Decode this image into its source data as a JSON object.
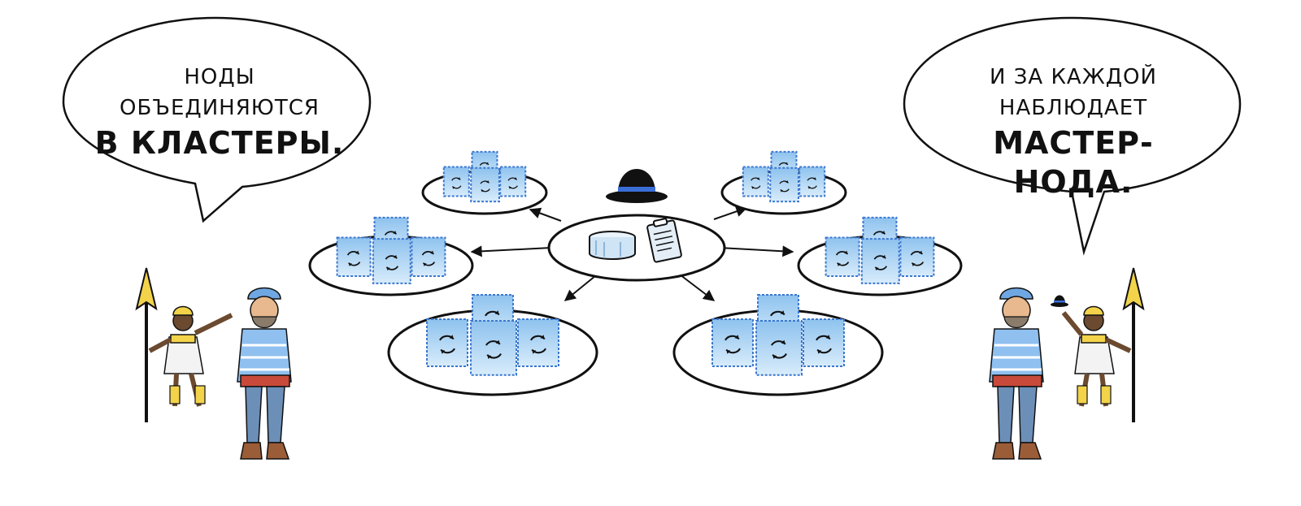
{
  "speech_left": {
    "line1": "НОДЫ",
    "line2": "ОБЪЕДИНЯЮТСЯ",
    "line3": "В КЛАСТЕРЫ."
  },
  "speech_right": {
    "line1": "И ЗА КАЖДОЙ",
    "line2": "НАБЛЮДАЕТ",
    "line3": "МАСТЕР-НОДА."
  },
  "colors": {
    "node_fill": "#a9d2f2",
    "node_border": "#3b78d0",
    "hat_band": "#3b6fd8",
    "ink": "#111111"
  },
  "icons": [
    "bowler-hat-icon",
    "storage-disk-icon",
    "clipboard-icon",
    "node-cycle-icon",
    "spear-icon"
  ]
}
